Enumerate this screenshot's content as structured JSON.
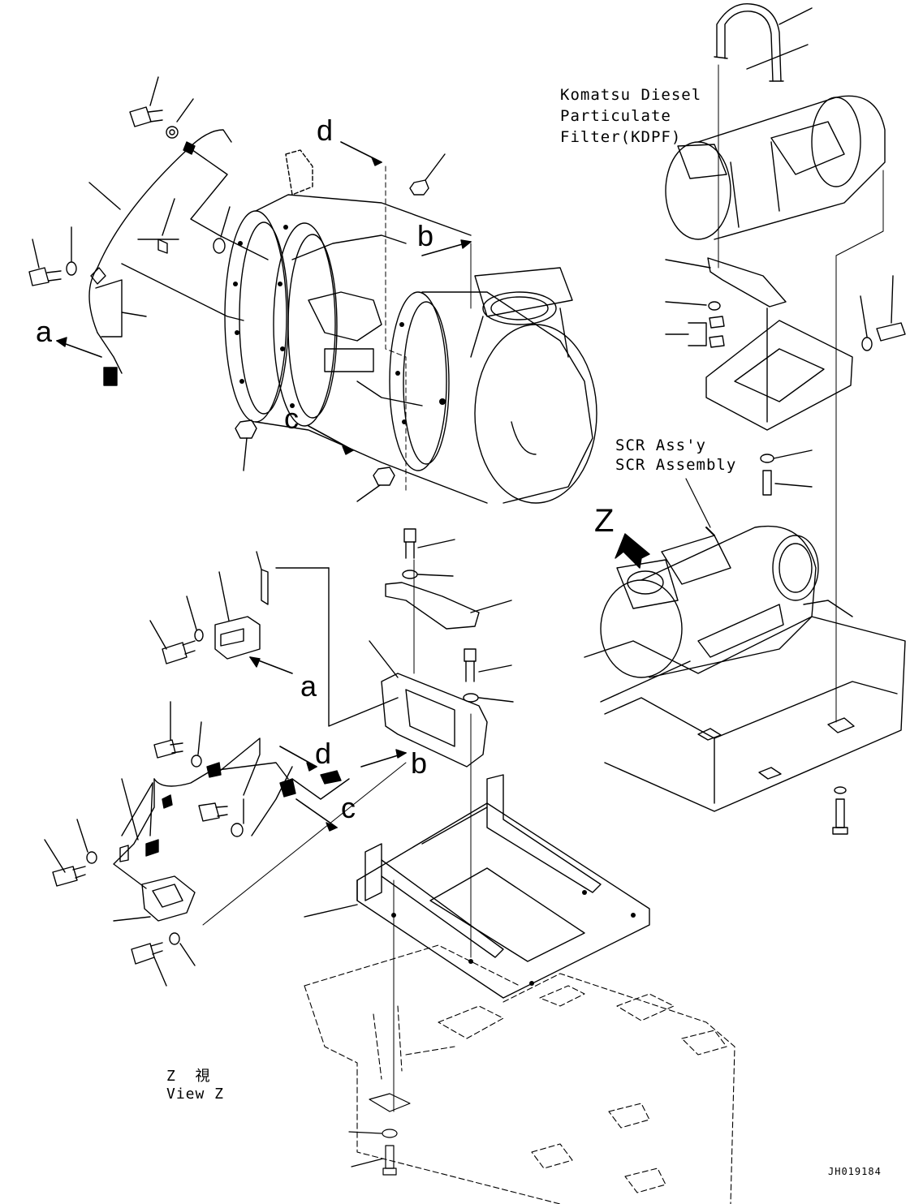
{
  "callouts": {
    "a1": "a",
    "a2": "a",
    "b1": "b",
    "b2": "b",
    "c1": "c",
    "c2": "c",
    "d1": "d",
    "d2": "d",
    "z": "Z"
  },
  "kdpf": {
    "line1": "Komatsu Diesel",
    "line2": "Particulate",
    "line3": "Filter(KDPF)"
  },
  "scr": {
    "line1": "SCR Ass'y",
    "line2": "SCR Assembly"
  },
  "view_z": {
    "line1": "Z  視",
    "line2": "View Z"
  },
  "drawing_id": "JH019184"
}
